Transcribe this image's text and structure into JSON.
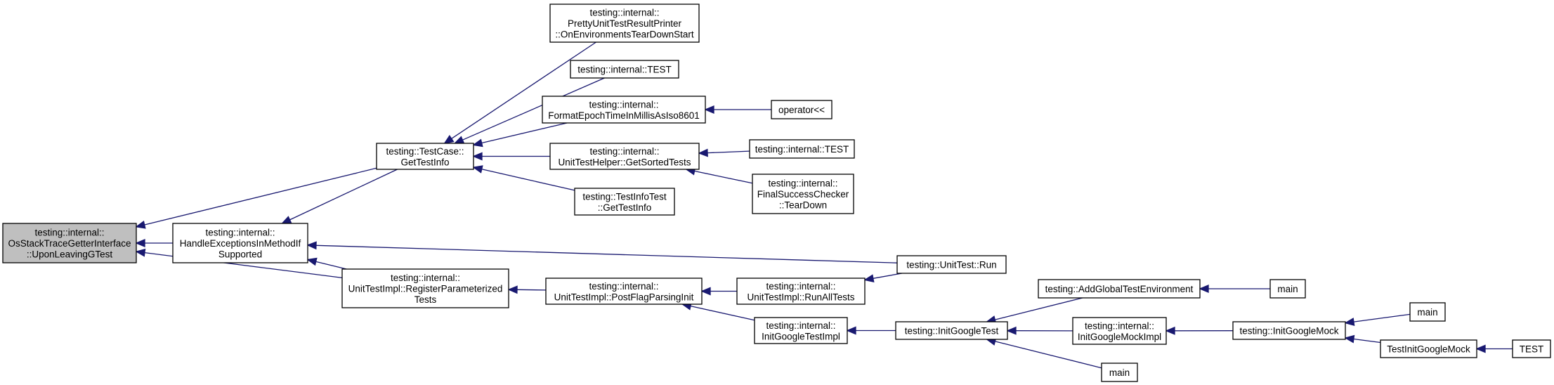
{
  "colors": {
    "node_fill": "#ffffff",
    "root_fill": "#bfbfbf",
    "node_border": "#000000",
    "edge": "#191970",
    "text": "#000000"
  },
  "nodes": [
    {
      "id": "root",
      "root": true,
      "lines": [
        "testing::internal::",
        "OsStackTraceGetterInterface",
        "::UponLeavingGTest"
      ]
    },
    {
      "id": "gettestinfo",
      "lines": [
        "testing::TestCase::",
        "GetTestInfo"
      ]
    },
    {
      "id": "handleexc",
      "lines": [
        "testing::internal::",
        "HandleExceptionsInMethodIf",
        "Supported"
      ]
    },
    {
      "id": "registerparam",
      "lines": [
        "testing::internal::",
        "UnitTestImpl::RegisterParameterized",
        "Tests"
      ]
    },
    {
      "id": "pretty",
      "lines": [
        "testing::internal::",
        "PrettyUnitTestResultPrinter",
        "::OnEnvironmentsTearDownStart"
      ]
    },
    {
      "id": "itest1",
      "lines": [
        "testing::internal::TEST"
      ]
    },
    {
      "id": "formatepoch",
      "lines": [
        "testing::internal::",
        "FormatEpochTimeInMillisAsIso8601"
      ]
    },
    {
      "id": "sortedtests",
      "lines": [
        "testing::internal::",
        "UnitTestHelper::GetSortedTests"
      ]
    },
    {
      "id": "infotest",
      "lines": [
        "testing::TestInfoTest",
        "::GetTestInfo"
      ]
    },
    {
      "id": "operator",
      "lines": [
        "operator<<"
      ]
    },
    {
      "id": "itest2",
      "lines": [
        "testing::internal::TEST"
      ]
    },
    {
      "id": "finalsuccess",
      "lines": [
        "testing::internal::",
        "FinalSuccessChecker",
        "::TearDown"
      ]
    },
    {
      "id": "unittestrun",
      "lines": [
        "testing::UnitTest::Run"
      ]
    },
    {
      "id": "postflag",
      "lines": [
        "testing::internal::",
        "UnitTestImpl::PostFlagParsingInit"
      ]
    },
    {
      "id": "runalltests",
      "lines": [
        "testing::internal::",
        "UnitTestImpl::RunAllTests"
      ]
    },
    {
      "id": "initgtestimpl",
      "lines": [
        "testing::internal::",
        "InitGoogleTestImpl"
      ]
    },
    {
      "id": "initgtest",
      "lines": [
        "testing::InitGoogleTest"
      ]
    },
    {
      "id": "addglobal",
      "lines": [
        "testing::AddGlobalTestEnvironment"
      ]
    },
    {
      "id": "initgmockimpl",
      "lines": [
        "testing::internal::",
        "InitGoogleMockImpl"
      ]
    },
    {
      "id": "main1",
      "lines": [
        "main"
      ]
    },
    {
      "id": "main3",
      "lines": [
        "main"
      ]
    },
    {
      "id": "initgmock",
      "lines": [
        "testing::InitGoogleMock"
      ]
    },
    {
      "id": "main2",
      "lines": [
        "main"
      ]
    },
    {
      "id": "testinitgmock",
      "lines": [
        "TestInitGoogleMock"
      ]
    },
    {
      "id": "test",
      "lines": [
        "TEST"
      ]
    }
  ],
  "edges": [
    [
      "gettestinfo",
      "root"
    ],
    [
      "handleexc",
      "root"
    ],
    [
      "registerparam",
      "root"
    ],
    [
      "pretty",
      "gettestinfo"
    ],
    [
      "itest1",
      "gettestinfo"
    ],
    [
      "formatepoch",
      "gettestinfo"
    ],
    [
      "sortedtests",
      "gettestinfo"
    ],
    [
      "infotest",
      "gettestinfo"
    ],
    [
      "gettestinfo",
      "handleexc"
    ],
    [
      "unittestrun",
      "handleexc"
    ],
    [
      "registerparam",
      "handleexc"
    ],
    [
      "operator",
      "formatepoch"
    ],
    [
      "itest2",
      "sortedtests"
    ],
    [
      "finalsuccess",
      "sortedtests"
    ],
    [
      "postflag",
      "registerparam"
    ],
    [
      "runalltests",
      "postflag"
    ],
    [
      "initgtestimpl",
      "postflag"
    ],
    [
      "unittestrun",
      "runalltests"
    ],
    [
      "initgtest",
      "initgtestimpl"
    ],
    [
      "addglobal",
      "initgtest"
    ],
    [
      "initgmockimpl",
      "initgtest"
    ],
    [
      "main3",
      "initgtest"
    ],
    [
      "main1",
      "addglobal"
    ],
    [
      "initgmock",
      "initgmockimpl"
    ],
    [
      "main2",
      "initgmock"
    ],
    [
      "testinitgmock",
      "initgmock"
    ],
    [
      "test",
      "testinitgmock"
    ]
  ]
}
